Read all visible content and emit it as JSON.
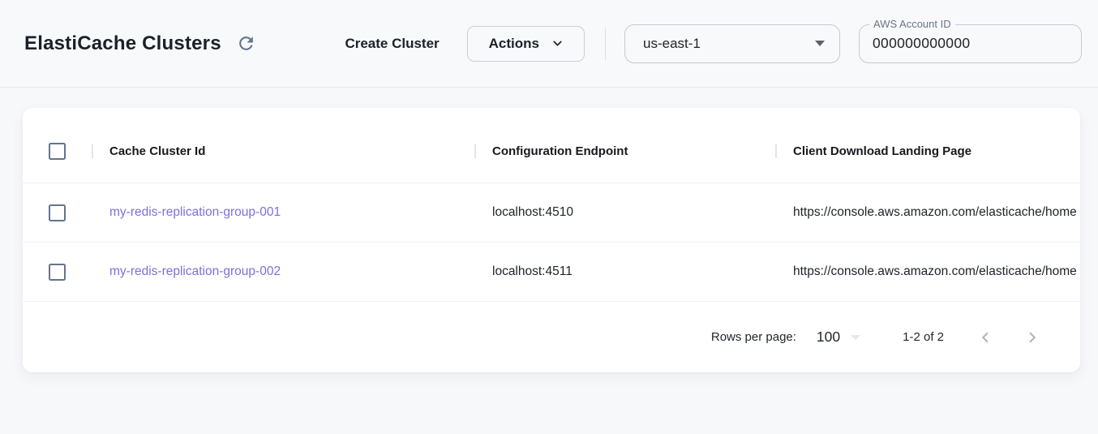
{
  "header": {
    "title": "ElastiCache Clusters",
    "create_button_label": "Create Cluster",
    "actions_button_label": "Actions",
    "region_selected": "us-east-1",
    "account_field": {
      "label": "AWS Account ID",
      "value": "000000000000"
    }
  },
  "table": {
    "columns": {
      "col1": "Cache Cluster Id",
      "col2": "Configuration Endpoint",
      "col3": "Client Download Landing Page"
    },
    "rows": [
      {
        "cache_cluster_id": "my-redis-replication-group-001",
        "configuration_endpoint": "localhost:4510",
        "client_download_landing_page": "https://console.aws.amazon.com/elasticache/home"
      },
      {
        "cache_cluster_id": "my-redis-replication-group-002",
        "configuration_endpoint": "localhost:4511",
        "client_download_landing_page": "https://console.aws.amazon.com/elasticache/home"
      }
    ]
  },
  "pagination": {
    "rows_per_page_label": "Rows per page:",
    "rows_per_page_value": "100",
    "range_label": "1-2 of 2"
  },
  "icons": {
    "refresh": "refresh-icon",
    "chevron_down": "chevron-down-icon",
    "dropdown_caret": "dropdown-caret-icon",
    "chevron_left": "chevron-left-icon",
    "chevron_right": "chevron-right-icon"
  },
  "colors": {
    "link_purple": "#7c6fe0",
    "slate_icon": "#64748b",
    "page_background": "#f7f8fa",
    "card_background": "#ffffff"
  }
}
